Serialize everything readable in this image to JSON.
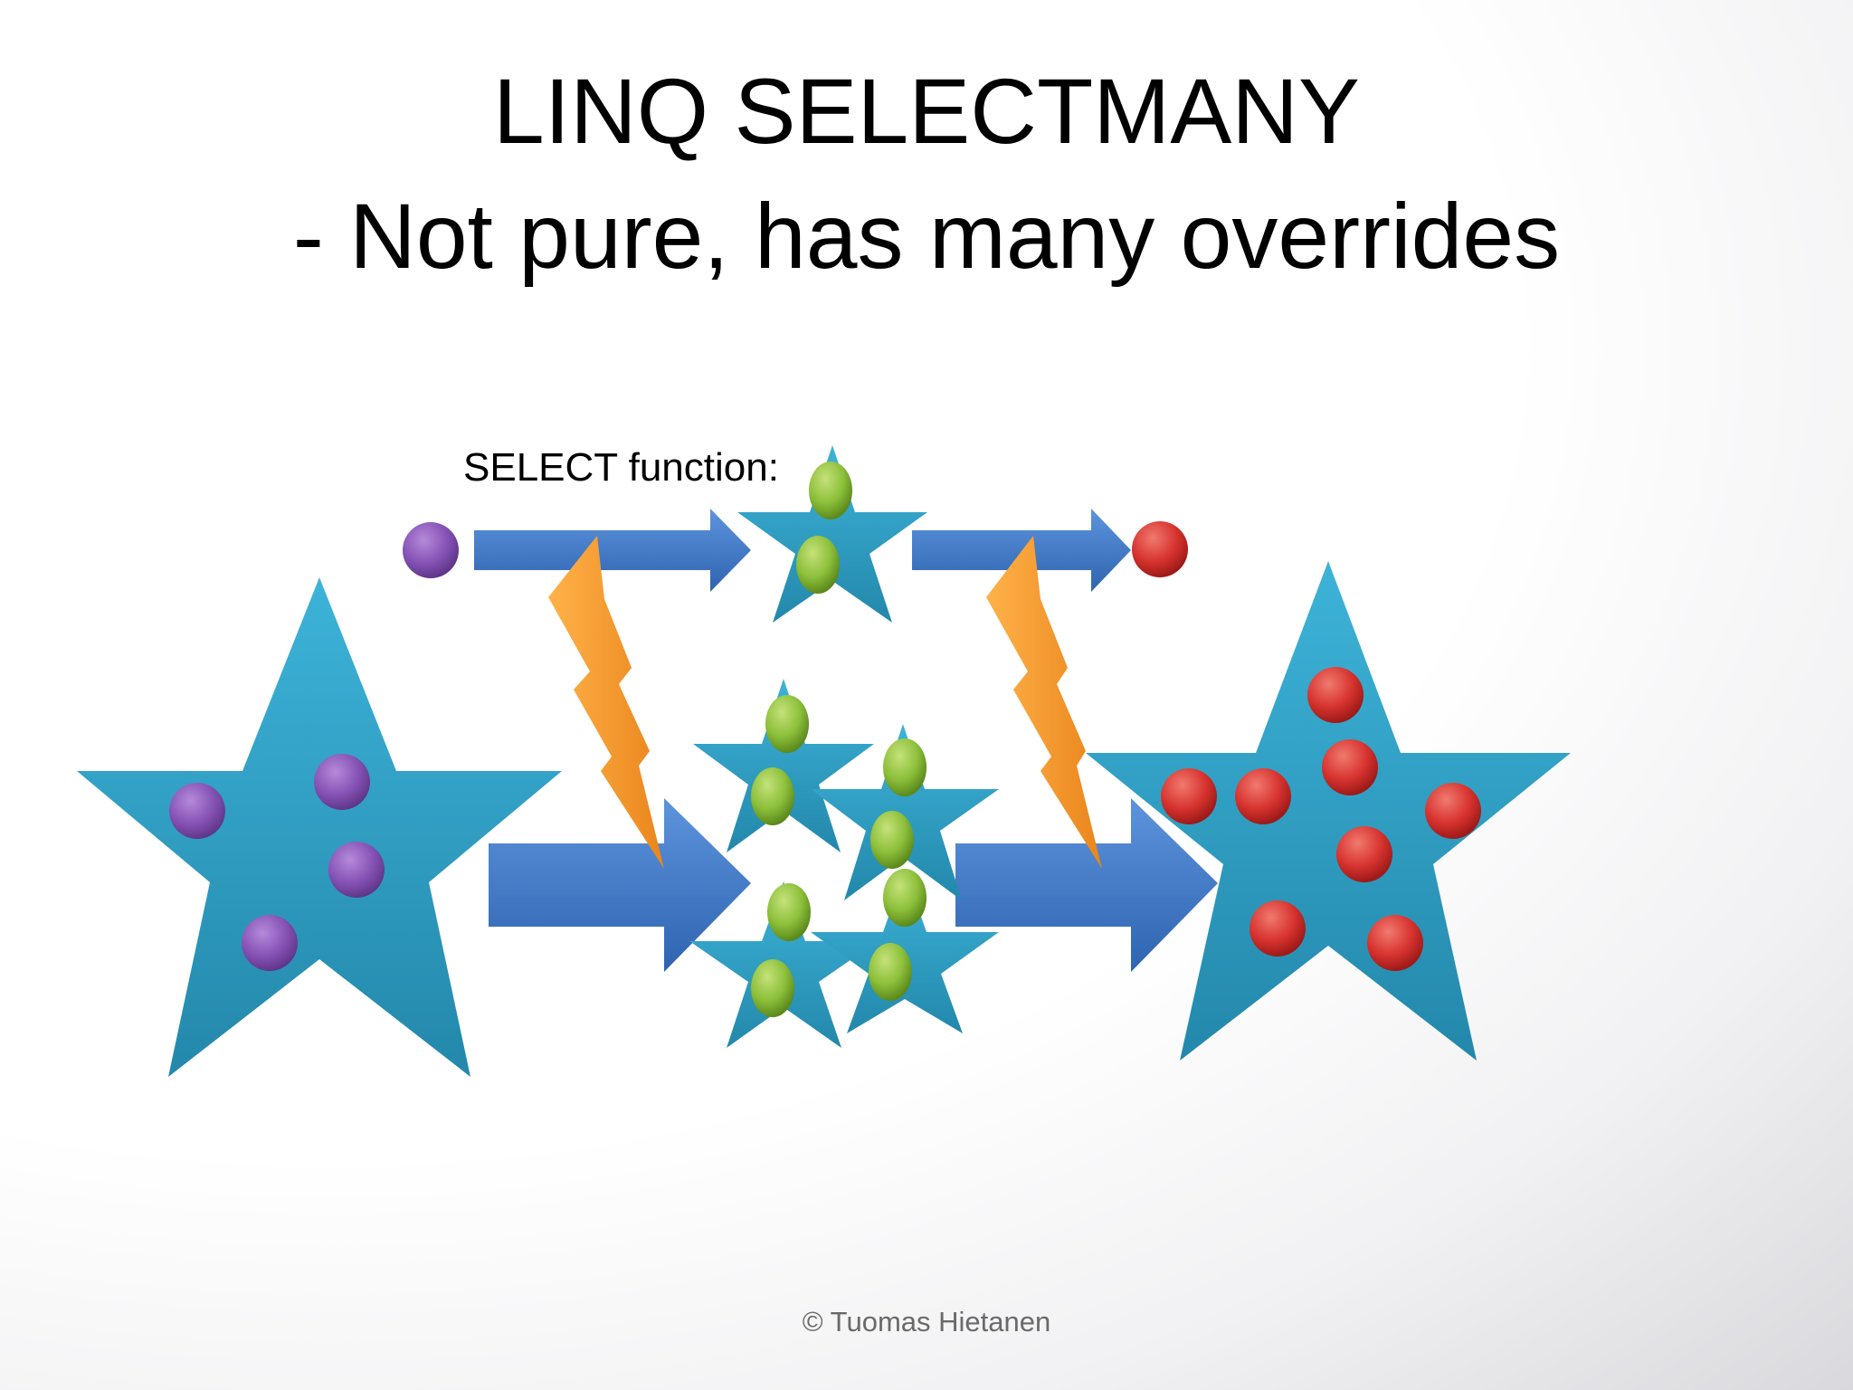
{
  "slide": {
    "title_line1": "LINQ SELECTMANY",
    "title_line2": "- Not pure, has many overrides",
    "select_label": "SELECT function:",
    "copyright": "© Tuomas Hietanen"
  },
  "colors": {
    "star": "#2ea1c6",
    "arrow": "#3d78c8",
    "lightning": "#f39a2a",
    "input_ball": "#8a52b8",
    "intermediate_ball": "#8cbf3a",
    "output_ball": "#d8322f"
  },
  "icons": [
    "star-icon",
    "arrow-icon",
    "lightning-icon",
    "ball-icon"
  ]
}
